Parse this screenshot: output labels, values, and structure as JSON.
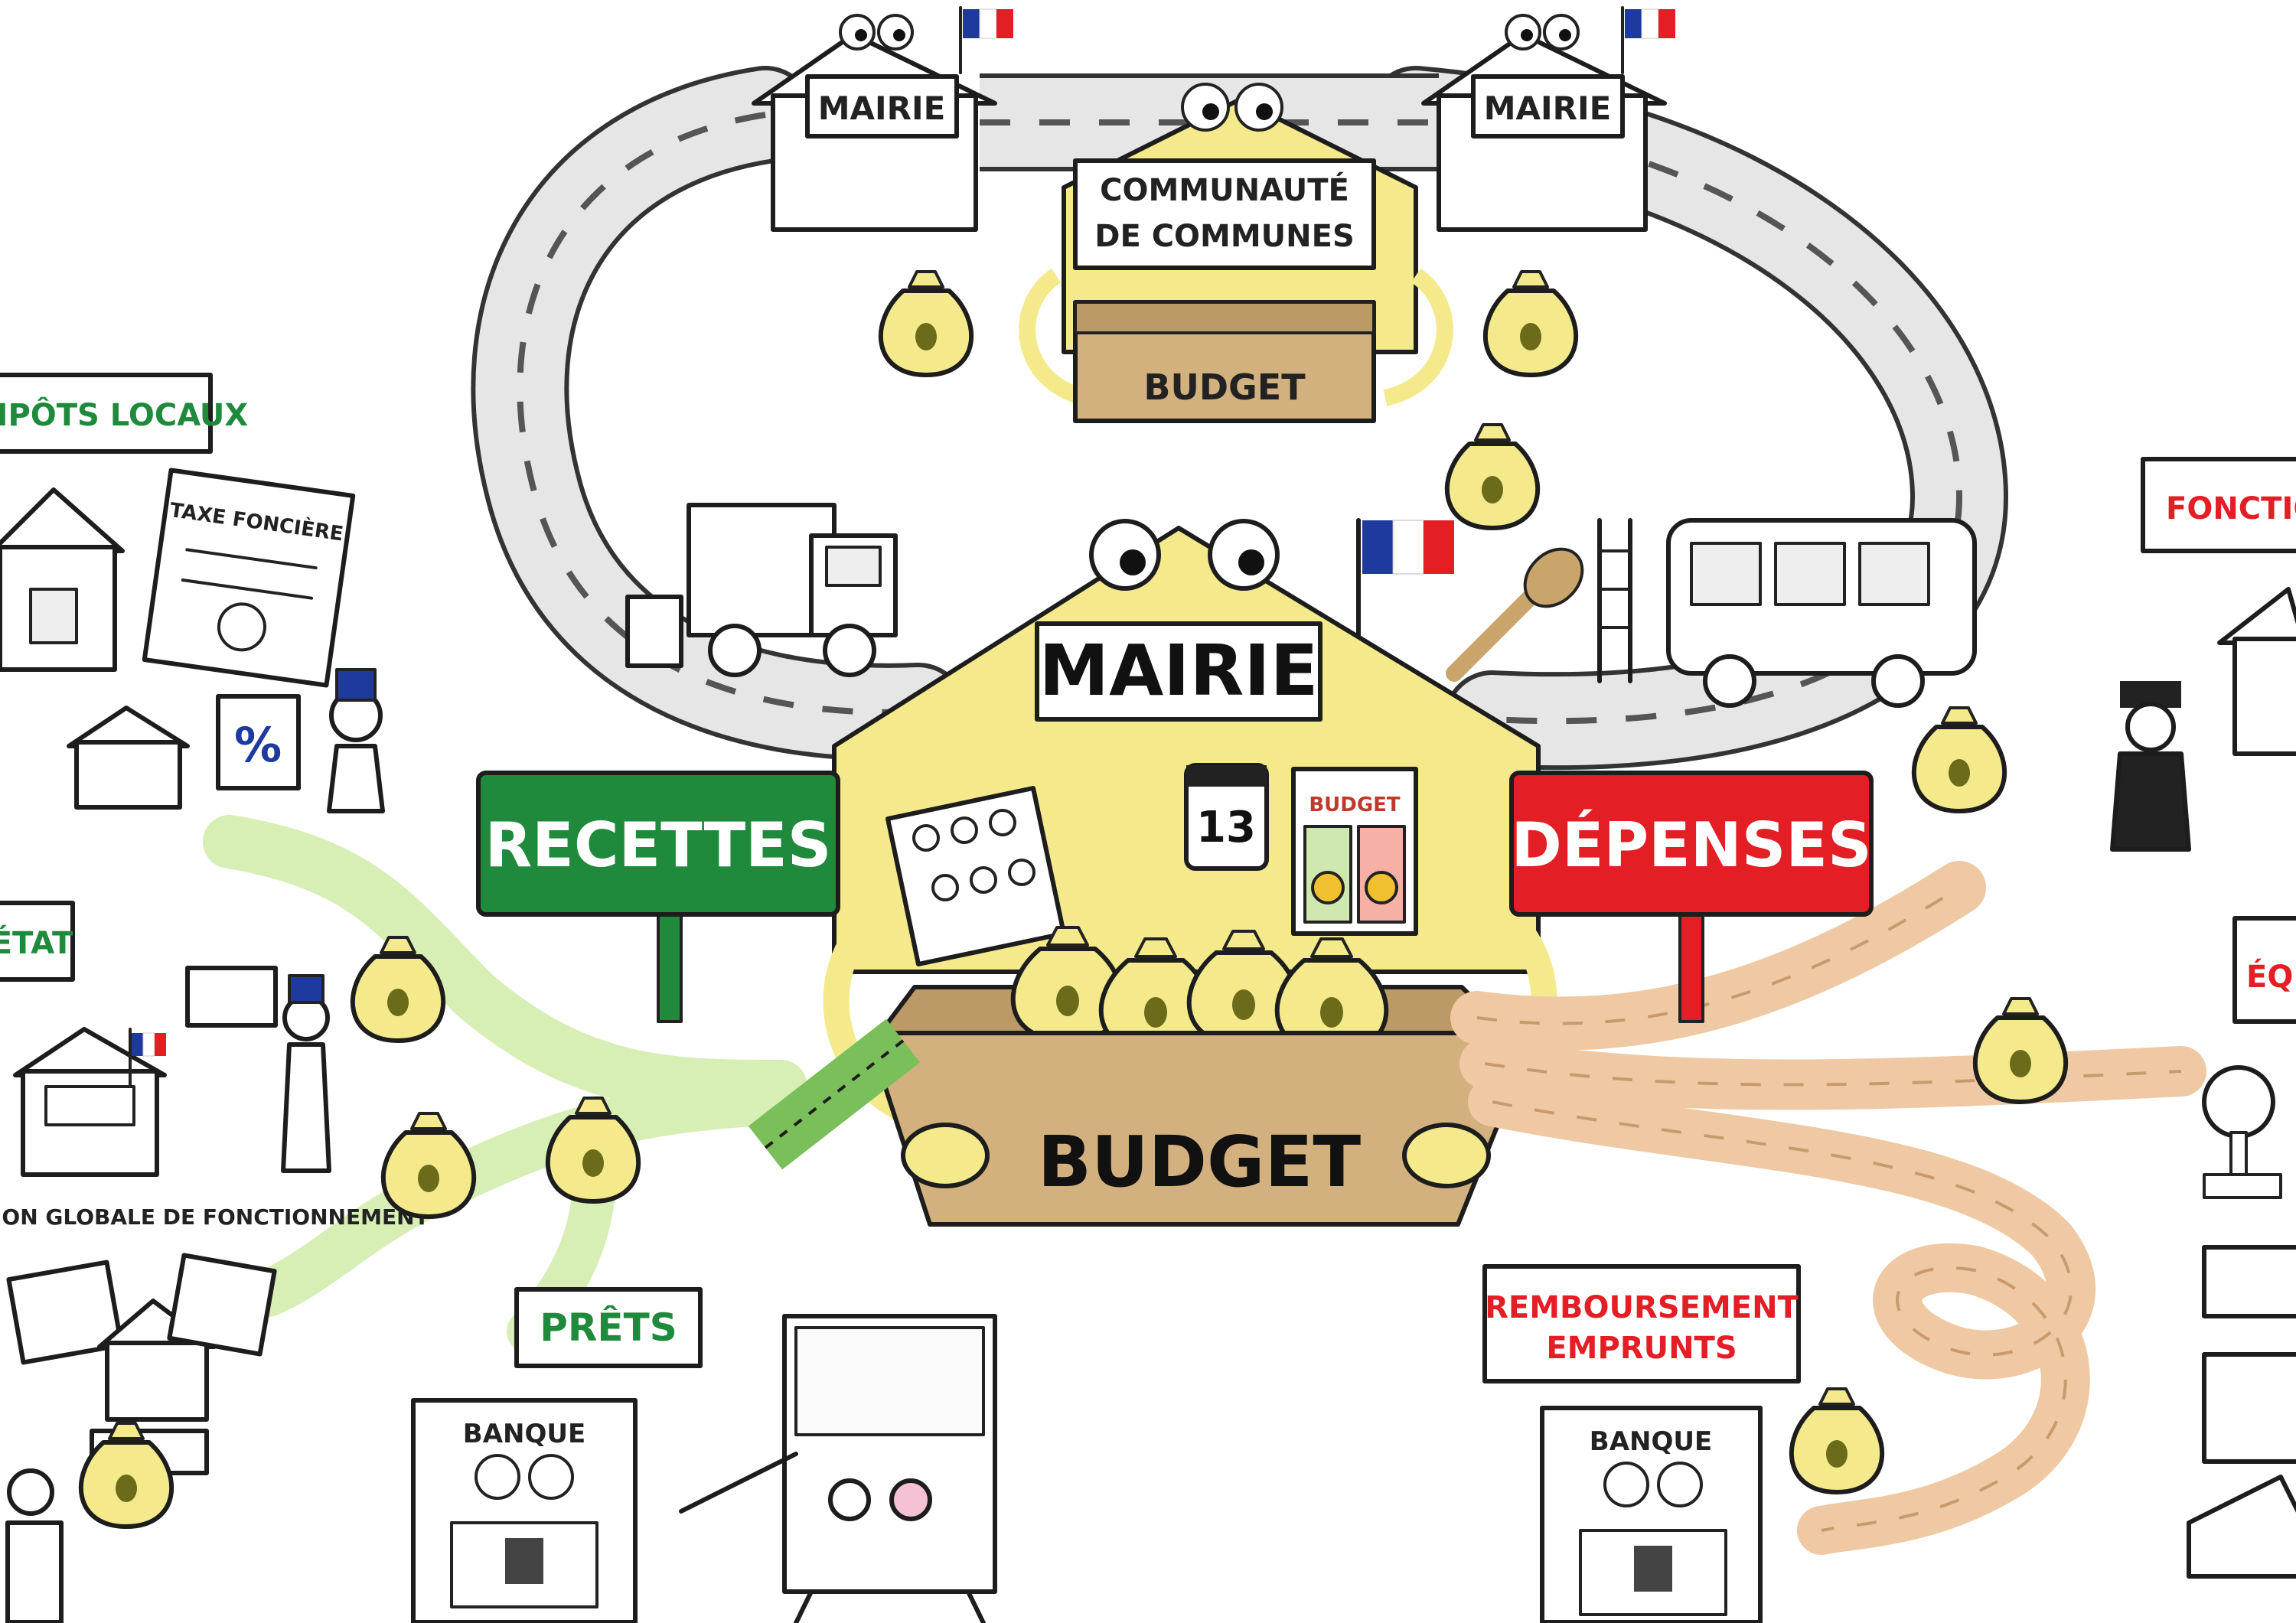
{
  "center": {
    "mairie_label": "MAIRIE",
    "budget_label": "BUDGET",
    "calendar_number": "13",
    "board_label": "BUDGET"
  },
  "top": {
    "left_house_label": "MAIRIE",
    "right_house_label": "MAIRIE",
    "community_line1": "COMMUNAUTÉ",
    "community_line2": "DE COMMUNES",
    "community_budget_label": "BUDGET"
  },
  "recettes": {
    "title": "RECETTES",
    "branch_impots": "IMPÔTS LOCAUX",
    "branch_etat": "ÉTAT",
    "branch_prets": "PRÊTS",
    "tax_doc_label": "TAXE FONCIÈRE",
    "percent_symbol": "%",
    "dotation_label": "DOTATION GLOBALE DE FONCTIONNEMENT",
    "bank_label": "BANQUE"
  },
  "depenses": {
    "title": "DÉPENSES",
    "branch_fonctionnement": "FONCTIONNEMENT",
    "branch_equipement": "ÉQUIPEMENT",
    "branch_remboursement_line1": "REMBOURSEMENT",
    "branch_remboursement_line2": "EMPRUNTS",
    "bank_label": "BANQUE"
  },
  "colors": {
    "recettes_green": "#1f8a3b",
    "depenses_red": "#e31e24",
    "mairie_yellow": "#f4ea8c",
    "budget_box": "#d2b17e",
    "road_gray": "#e6e6e6",
    "recettes_branch": "#d7eeb5",
    "depenses_branch": "#efc9a3"
  }
}
